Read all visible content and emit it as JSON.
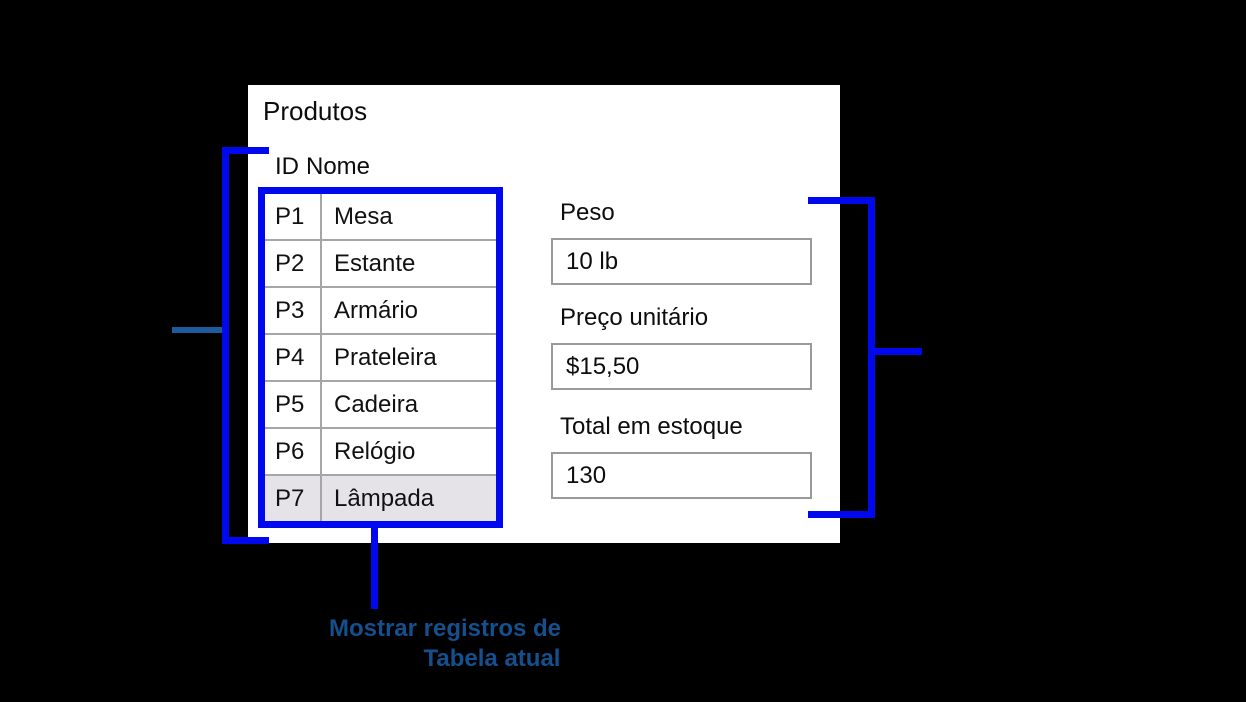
{
  "panel": {
    "title": "Produtos"
  },
  "table": {
    "columns": {
      "id": "ID",
      "name": "Nome"
    },
    "rows": [
      {
        "id": "P1",
        "name": "Mesa"
      },
      {
        "id": "P2",
        "name": "Estante"
      },
      {
        "id": "P3",
        "name": "Armário"
      },
      {
        "id": "P4",
        "name": "Prateleira"
      },
      {
        "id": "P5",
        "name": "Cadeira"
      },
      {
        "id": "P6",
        "name": "Relógio"
      },
      {
        "id": "P7",
        "name": "Lâmpada"
      }
    ],
    "highlighted_row": "P7"
  },
  "form": {
    "fields": [
      {
        "label": "Peso",
        "value": "10 lb"
      },
      {
        "label": "Preço unitário",
        "value": "$15,50"
      },
      {
        "label": "Total em estoque",
        "value": "130"
      }
    ]
  },
  "annotation": {
    "caption_line1": "Mostrar registros de",
    "caption_line2": "Tabela atual"
  },
  "colors": {
    "background": "#000000",
    "panel": "#ffffff",
    "bracket_blue": "#0009ee",
    "stub_steel_blue": "#1d5b9d",
    "caption_blue": "#14508e",
    "row_highlight": "#e6e3e8",
    "grid_gray": "#a6a6a6",
    "input_border_gray": "#9a9a9a"
  }
}
